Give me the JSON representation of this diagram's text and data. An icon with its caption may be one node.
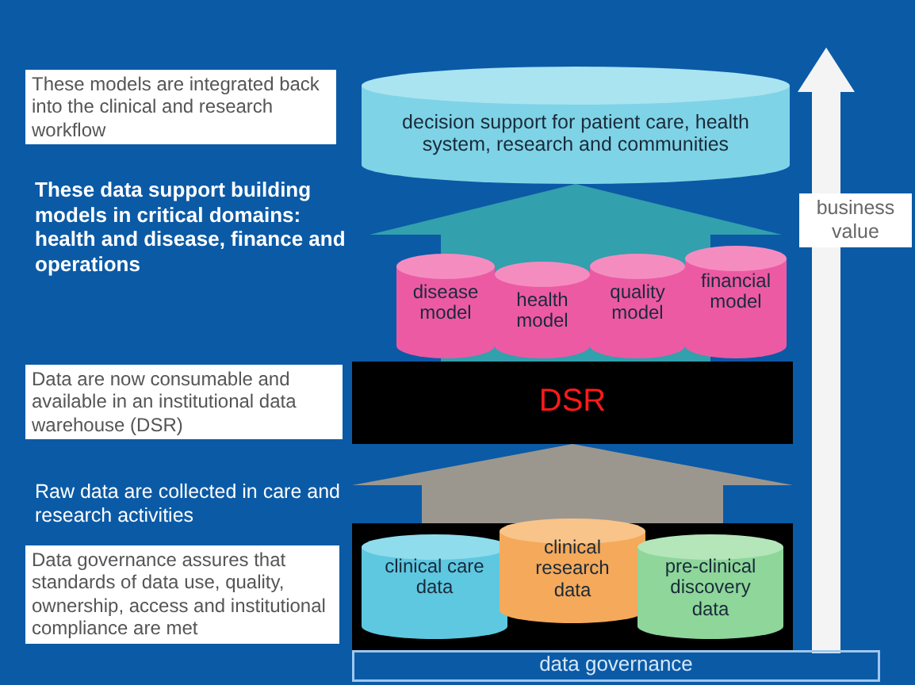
{
  "diagram": {
    "nodes": [
      {
        "text": [
          "decision support for patient care, health system, research and communities"
        ]
      },
      {
        "text": [
          "disease model"
        ]
      },
      {
        "text": [
          "health model"
        ]
      },
      {
        "text": [
          "quality model"
        ]
      },
      {
        "text": [
          "financial model"
        ]
      },
      {
        "text": [
          "DSR"
        ]
      },
      {
        "text": [],
        "shape": "box"
      },
      {
        "text": [
          "clinical care data"
        ],
        "in": 6
      },
      {
        "text": [
          "clinical research data"
        ],
        "in": 6
      },
      {
        "text": [
          "pre-clinical discovery data"
        ],
        "in": 6
      },
      {
        "text": [
          "data governance"
        ]
      }
    ],
    "edges": [
      {
        "from": 6,
        "to": 5,
        "arrow": "to",
        "style": "thick",
        "color": "#a89c8c"
      },
      {
        "from": 5,
        "to": 0,
        "arrow": "to",
        "style": "thick",
        "color": "#36a6ae"
      }
    ],
    "labels": [
      "These models are integrated back into the clinical and research workflow",
      "These data support building models in critical domains: health and disease, finance and operations",
      "Data are now consumable and available in an institutional data warehouse (DSR)",
      "Raw data are collected in care and research activities",
      "Data governance assures that standards of data use, quality, ownership, access and institutional compliance are met",
      "business value"
    ]
  }
}
